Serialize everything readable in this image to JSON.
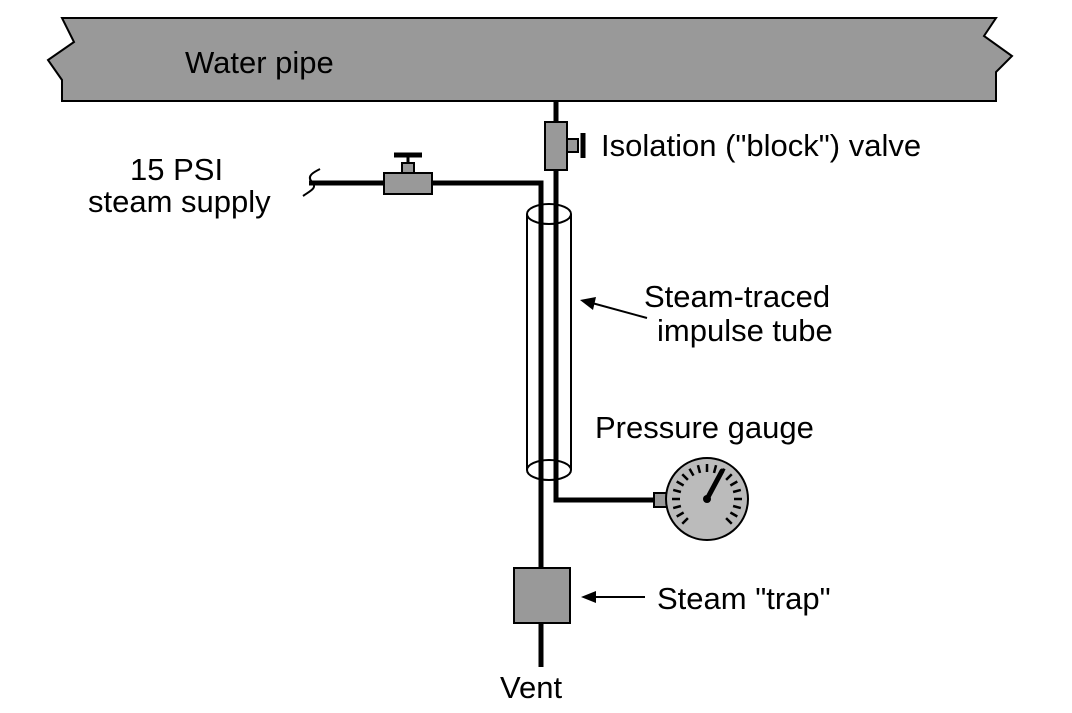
{
  "labels": {
    "water_pipe": "Water pipe",
    "block_valve": "Isolation (\"block\") valve",
    "steam_supply_line1": "15 PSI",
    "steam_supply_line2": "steam supply",
    "tube_line1": "Steam-traced",
    "tube_line2": "impulse tube",
    "gauge": "Pressure gauge",
    "trap": "Steam \"trap\"",
    "vent": "Vent"
  },
  "colors": {
    "component_fill": "#999999",
    "gauge_fill": "#bbbbbb",
    "line": "#000000",
    "background": "#ffffff"
  }
}
